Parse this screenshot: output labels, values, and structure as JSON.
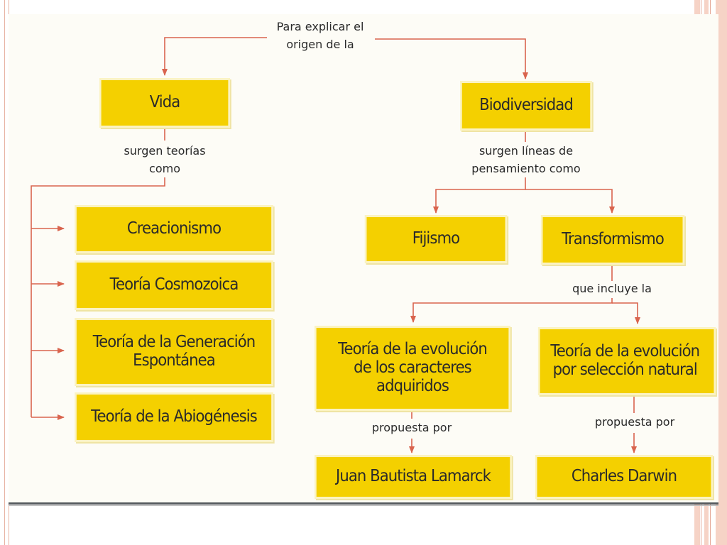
{
  "root": {
    "line1": "Para explicar el",
    "line2": "origen de la"
  },
  "left": {
    "title": "Vida",
    "link": {
      "line1": "surgen teorías",
      "line2": "como"
    },
    "theories": [
      {
        "line1": "Creacionismo",
        "line2": ""
      },
      {
        "line1": "Teoría Cosmozoica",
        "line2": ""
      },
      {
        "line1": "Teoría de la Generación",
        "line2": "Espontánea"
      },
      {
        "line1": "Teoría de la Abiogénesis",
        "line2": ""
      }
    ]
  },
  "right": {
    "title": "Biodiversidad",
    "link": {
      "line1": "surgen líneas de",
      "line2": "pensamiento como"
    },
    "fijismo": "Fijismo",
    "transformismo": "Transformismo",
    "includes": "que incluye la",
    "lamarck_theory": {
      "line1": "Teoría de la evolución",
      "line2": "de los caracteres",
      "line3": "adquiridos"
    },
    "darwin_theory": {
      "line1": "Teoría de la evolución",
      "line2": "por selección natural"
    },
    "proposed_left": "propuesta por",
    "proposed_right": "propuesta por",
    "lamarck": "Juan Bautista Lamarck",
    "darwin": "Charles Darwin"
  },
  "colors": {
    "box": "#f4d000",
    "arrow": "#d9644e",
    "text": "#2a2a2a"
  }
}
